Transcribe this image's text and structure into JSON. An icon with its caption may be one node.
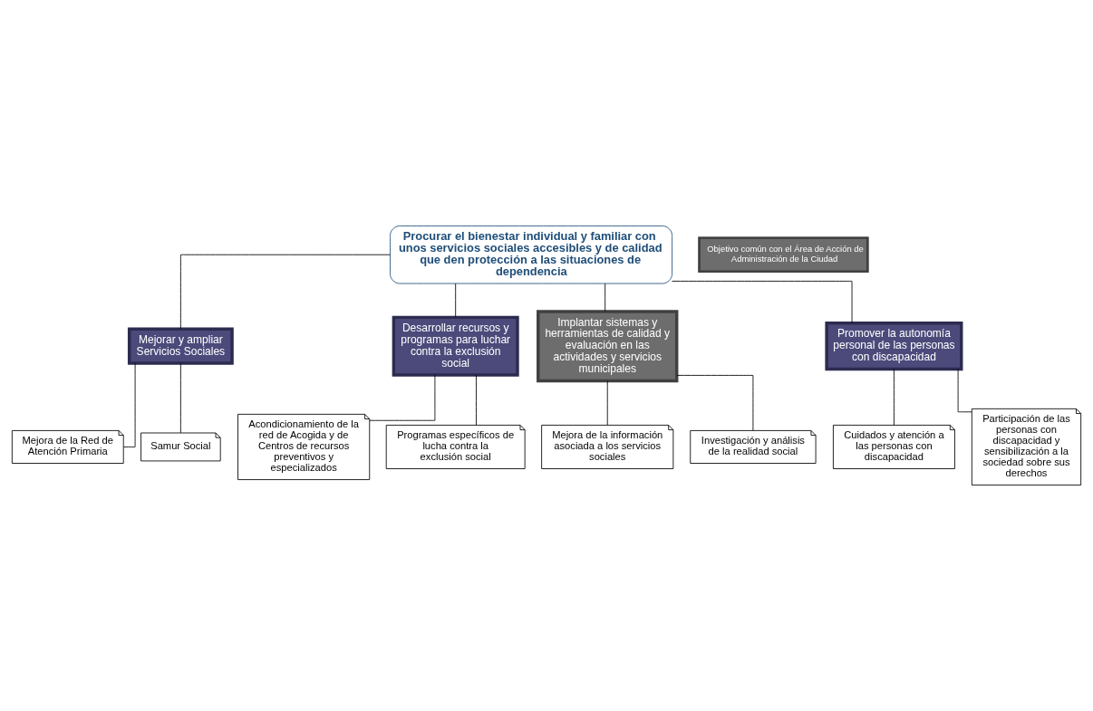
{
  "diagram": {
    "nodes": [
      {
        "text": [
          "Procurar el bienestar individual y familiar con unos servicios sociales accesibles y de calidad que den protección a las situaciones de dependencia"
        ]
      },
      {
        "text": [
          "Mejorar y ampliar Servicios Sociales"
        ]
      },
      {
        "text": [
          "Desarrollar recursos y programas para luchar contra la exclusión social"
        ]
      },
      {
        "text": [
          "Implantar sistemas y herramientas de calidad y evaluación en las actividades y servicios municipales"
        ]
      },
      {
        "text": [
          "Promover la autonomía personal de las personas con discapacidad"
        ]
      },
      {
        "text": [
          "Mejora de la Red de Atención Primaria"
        ]
      },
      {
        "text": [
          "Samur Social"
        ]
      },
      {
        "text": [
          "Acondicionamiento de la red de Acogida y de Centros de recursos preventivos y especializados"
        ]
      },
      {
        "text": [
          "Programas específicos de lucha contra la exclusión social"
        ]
      },
      {
        "text": [
          "Mejora de la información asociada a los servicios sociales"
        ]
      },
      {
        "text": [
          "Investigación y análisis de la realidad social"
        ]
      },
      {
        "text": [
          "Cuidados y atención a las personas con discapacidad"
        ]
      },
      {
        "text": [
          "Participación de las personas con discapacidad y sensibilización a la sociedad sobre sus derechos"
        ]
      }
    ],
    "edges": [
      {
        "from": 0,
        "to": 1,
        "arrow": "none"
      },
      {
        "from": 0,
        "to": 2,
        "arrow": "none"
      },
      {
        "from": 0,
        "to": 3,
        "arrow": "none"
      },
      {
        "from": 0,
        "to": 4,
        "arrow": "none"
      },
      {
        "from": 1,
        "to": 5,
        "arrow": "none"
      },
      {
        "from": 1,
        "to": 6,
        "arrow": "none"
      },
      {
        "from": 2,
        "to": 7,
        "arrow": "none"
      },
      {
        "from": 2,
        "to": 8,
        "arrow": "none"
      },
      {
        "from": 3,
        "to": 9,
        "arrow": "none"
      },
      {
        "from": 3,
        "to": 10,
        "arrow": "none"
      },
      {
        "from": 4,
        "to": 11,
        "arrow": "none"
      },
      {
        "from": 4,
        "to": 12,
        "arrow": "none"
      }
    ],
    "legend": [
      {
        "text": "Objetivo común con el Área de Acción de Administración de la Ciudad",
        "color": "#6d6d6d"
      }
    ]
  }
}
